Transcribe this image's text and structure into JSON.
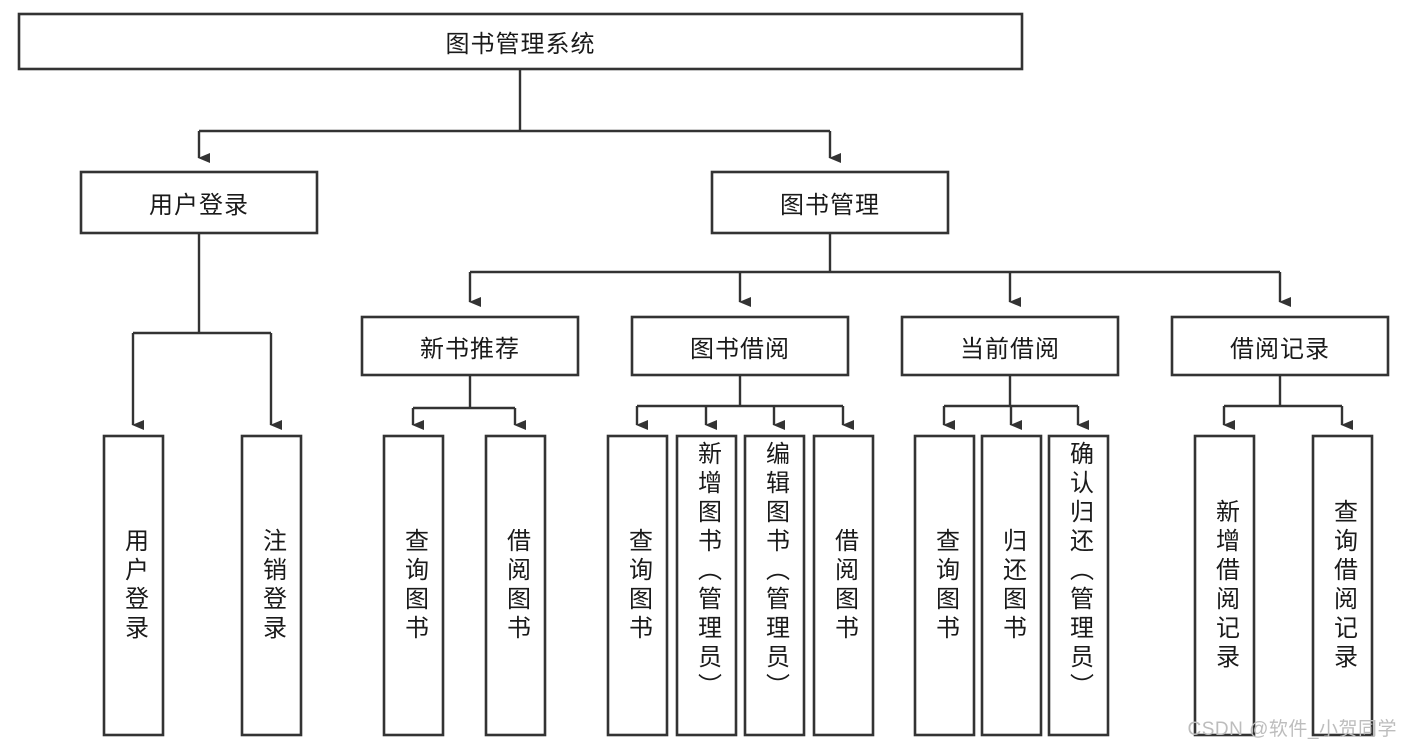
{
  "diagram": {
    "title": "图书管理系统",
    "type": "tree-hierarchy-chart",
    "root": {
      "id": "root",
      "label": "图书管理系统",
      "level": 0
    },
    "level2": [
      {
        "id": "user-login",
        "label": "用户登录"
      },
      {
        "id": "book-management",
        "label": "图书管理"
      }
    ],
    "level3": [
      {
        "id": "new-book-recommend",
        "label": "新书推荐",
        "parent": "book-management"
      },
      {
        "id": "book-borrow",
        "label": "图书借阅",
        "parent": "book-management"
      },
      {
        "id": "current-borrow",
        "label": "当前借阅",
        "parent": "book-management"
      },
      {
        "id": "borrow-record",
        "label": "借阅记录",
        "parent": "book-management"
      }
    ],
    "leaves": [
      {
        "id": "leaf-user-login",
        "label": "用户登录",
        "parent": "user-login",
        "align": "center"
      },
      {
        "id": "leaf-logout-login",
        "label": "注销登录",
        "parent": "user-login",
        "align": "center"
      },
      {
        "id": "leaf-query-book-1",
        "label": "查询图书",
        "parent": "new-book-recommend",
        "align": "center"
      },
      {
        "id": "leaf-borrow-book-1",
        "label": "借阅图书",
        "parent": "new-book-recommend",
        "align": "center"
      },
      {
        "id": "leaf-query-book-2",
        "label": "查询图书",
        "parent": "book-borrow",
        "align": "center"
      },
      {
        "id": "leaf-add-book-admin",
        "label": "新增图书（管理员）",
        "parent": "book-borrow",
        "align": "top"
      },
      {
        "id": "leaf-edit-book-admin",
        "label": "编辑图书（管理员）",
        "parent": "book-borrow",
        "align": "top"
      },
      {
        "id": "leaf-borrow-book-2",
        "label": "借阅图书",
        "parent": "book-borrow",
        "align": "center"
      },
      {
        "id": "leaf-query-book-3",
        "label": "查询图书",
        "parent": "current-borrow",
        "align": "center"
      },
      {
        "id": "leaf-return-book",
        "label": "归还图书",
        "parent": "current-borrow",
        "align": "center"
      },
      {
        "id": "leaf-confirm-return-admin",
        "label": "确认归还（管理员）",
        "parent": "current-borrow",
        "align": "top"
      },
      {
        "id": "leaf-add-borrow-record",
        "label": "新增借阅记录",
        "parent": "borrow-record",
        "align": "center"
      },
      {
        "id": "leaf-query-borrow-record",
        "label": "查询借阅记录",
        "parent": "borrow-record",
        "align": "center"
      }
    ],
    "colors": {
      "box_stroke": "#333333",
      "box_fill": "#ffffff",
      "text": "#1a1a1a",
      "connector": "#333333",
      "watermark": "#bdbdbd",
      "background": "#ffffff"
    }
  },
  "watermark": {
    "text": "CSDN @软件_小贺同学"
  }
}
